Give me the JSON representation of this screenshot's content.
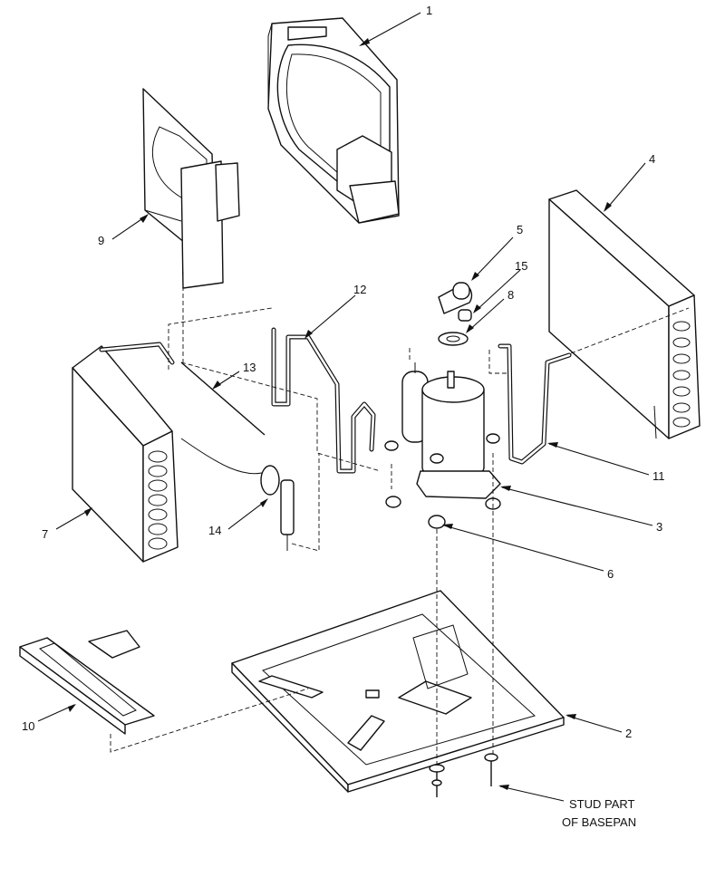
{
  "callouts": {
    "c1": "1",
    "c2": "2",
    "c3": "3",
    "c4": "4",
    "c5": "5",
    "c6": "6",
    "c7": "7",
    "c8": "8",
    "c9": "9",
    "c10": "10",
    "c11": "11",
    "c12": "12",
    "c13": "13",
    "c14": "14",
    "c15": "15"
  },
  "note": {
    "line1": "STUD PART",
    "line2": "OF BASEPAN"
  }
}
